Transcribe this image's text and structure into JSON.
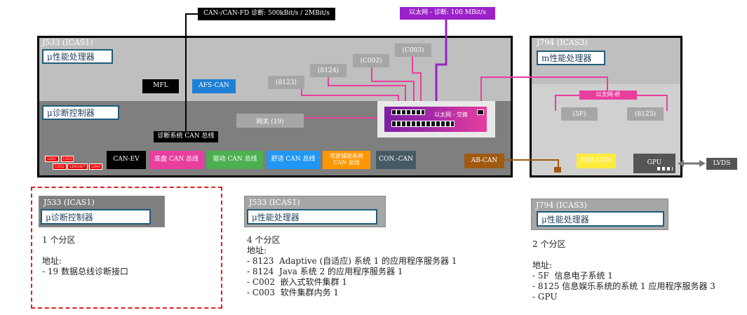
{
  "top_banners": {
    "can_fd": "CAN-/CAN-FD 诊断: 500kBit/s / 2MBit/s",
    "ethernet": "以太网 - 诊断: 100 MBit/s"
  },
  "j533": {
    "title": "J533 (ICAS1)",
    "processor_label": "μ性能处理器",
    "diag_label": "μ诊断控制器",
    "nodes": {
      "mfl": "MFL",
      "afs_can": "AFS-CAN",
      "n8123": "(8123)",
      "n8124": "(8124)",
      "c002": "(C002)",
      "c003": "(C003)",
      "gateway": "网关 (19)",
      "switch": "以太网 - 交换",
      "diag_can_bus": "诊断系统 CAN 总线",
      "can_ev": "CAN-EV",
      "chassis_can": "底盘 CAN 总线",
      "drive_can": "驱动 CAN 总线",
      "comfort_can": "舒适 CAN 总线",
      "adas_can_line1": "驾驶辅助系统",
      "adas_can_line2": "CAN 总线",
      "con_can": "CON.-CAN",
      "ab_can": "AB-CAN",
      "lin1": "LIN1",
      "lin3": "LIN3",
      "lin2": "LIN2",
      "lin567": "LIN5/6/7",
      "lin4": "LIN4"
    }
  },
  "j794": {
    "title": "J794 (ICAS3)",
    "processor_label": "m性能处理器",
    "bridge": "以太网-桥",
    "n5f": "(5F)",
    "n8125": "(8125)",
    "mib_can": "MIB-CAN",
    "gpu": "GPU",
    "lvds": "LVDS"
  },
  "legend_diag": {
    "title": "J533 (ICAS1)",
    "label": "μ诊断控制器",
    "text": "1 个分区\n\n地址:\n- 19 数据总线诊断接口"
  },
  "legend_j533": {
    "title": "J533 (ICAS1)",
    "label": "μ性能处理器",
    "text": "4 个分区\n地址:\n- 8123  Adaptive (自适应) 系统 1 的应用程序服务器 1\n- 8124  Java 系统 2 的应用程序服务器 1\n- C002  嵌入式软件集群 1\n- C003  软件集群内务 1"
  },
  "legend_j794": {
    "title": "J794 (ICAS3)",
    "label": "μ性能处理器",
    "text": "2 个分区\n\n地址:\n- 5F  信息电子系统 1\n- 8125 信息娱乐系统的系统 1 应用程序服务器 3\n- GPU"
  },
  "colors": {
    "pink": "#e83e9e",
    "purple": "#9b22c8",
    "brown": "#a05a10",
    "dark_gray": "#777777",
    "light_gray": "#bfbfbf"
  }
}
